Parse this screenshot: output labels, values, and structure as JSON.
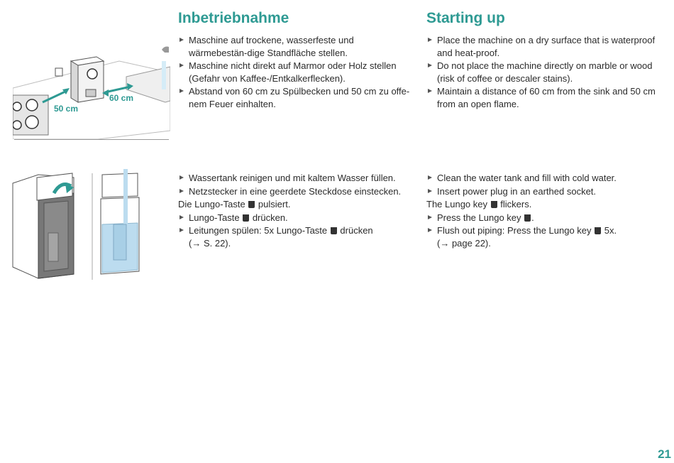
{
  "page_number": "21",
  "colors": {
    "accent": "#2e9a93",
    "water": "#bcdcef"
  },
  "illustration1": {
    "dist_sink": "60 cm",
    "dist_stove": "50 cm"
  },
  "de": {
    "title": "Inbetriebnahme",
    "section1": [
      {
        "text": "Maschine auf trockene, wasserfeste und wärmebestän-dige Standfläche stellen."
      },
      {
        "text": "Maschine nicht direkt auf Marmor oder Holz stellen (Gefahr von Kaffee-/Entkalkerflecken)."
      },
      {
        "text": "Abstand von 60 cm zu Spülbecken und 50 cm zu offe-nem Feuer einhalten."
      }
    ],
    "section2": {
      "b1": "Wassertank reinigen und mit kaltem Wasser füllen.",
      "b2": "Netzstecker in eine geerdete Steckdose einstecken.",
      "p1_a": "Die Lungo-Taste",
      "p1_b": "pulsiert.",
      "b3_a": "Lungo-Taste",
      "b3_b": "drücken.",
      "b4_a": "Leitungen spülen: 5x Lungo-Taste",
      "b4_b": "drücken",
      "b4_ref": "(→ S. 22)."
    }
  },
  "en": {
    "title": "Starting up",
    "section1": [
      {
        "text": "Place the machine on a dry surface that is waterproof and heat-proof."
      },
      {
        "text": "Do not place the machine directly on marble or wood (risk of coffee or descaler stains)."
      },
      {
        "text": "Maintain a distance of 60 cm from the sink and 50 cm from an open flame."
      }
    ],
    "section2": {
      "b1": "Clean the water tank and fill with cold water.",
      "b2": "Insert power plug in an earthed socket.",
      "p1_a": "The Lungo key",
      "p1_b": "flickers.",
      "b3_a": "Press the Lungo key",
      "b3_b": ".",
      "b4_a": "Flush out piping: Press the Lungo key",
      "b4_b": "5x.",
      "b4_ref": "(→ page 22)."
    }
  }
}
